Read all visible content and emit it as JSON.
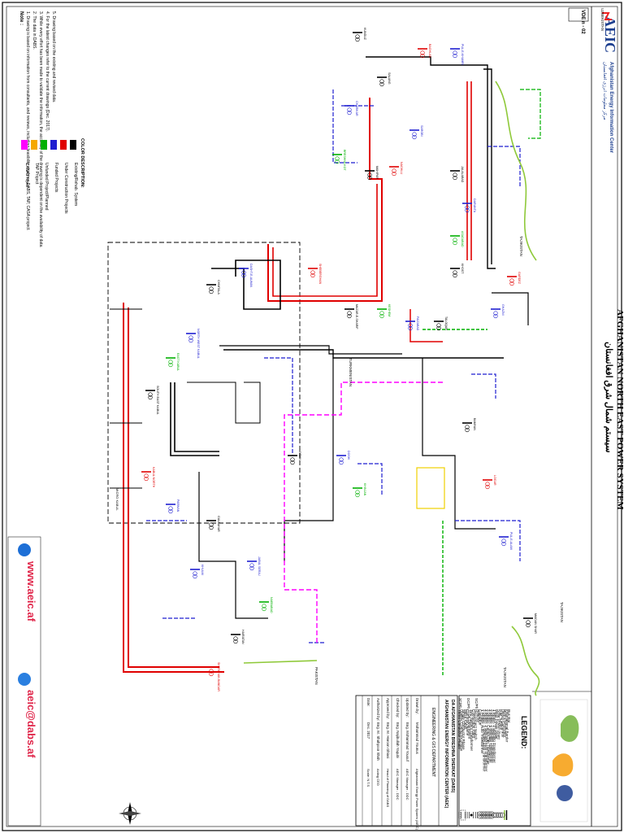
{
  "title": "AFGHANISTAN NORTH EAST POWER SYSTEM",
  "title_dari": "سیستم شمال شرق افغانستان",
  "sheet_code": "VDE n - 02",
  "logo": {
    "mark": "AEIC",
    "org_name_en": "Afghanistan Energy Information Center",
    "org_name_dari": "مرکز معلومات انرژی افغانستان"
  },
  "contact": {
    "website": "www.aeic.af",
    "email": "aeic@dabs.af"
  },
  "notes": {
    "heading": "Note :",
    "items": [
      "1.  Drawing is based on information from consultants, and reviews, including feasibility study on DABS, TAP, CASA project.",
      "2.  The data in DABS.",
      "3.  While every effort has been made to validate the information, the accuracy of the drawing is dependent on the availability of data.",
      "4.  For the latest changes refer to the current drawings (Dec. 2017).",
      "5.  Drawing based on the existing and revised data."
    ]
  },
  "color_description": {
    "heading": "COLOR DESCRIPTION:",
    "items": [
      {
        "label": "Existing/Rehab. System",
        "color": "#000000"
      },
      {
        "label": "Under Construction Projects",
        "color": "#e00000"
      },
      {
        "label": "Funded Projects",
        "color": "#1f1fd0"
      },
      {
        "label": "Unfunded Project/Planned",
        "color": "#00b000"
      },
      {
        "label": "TAP Project",
        "color": "#f5a800"
      },
      {
        "label": "CASA Project",
        "color": "#ff00ff"
      }
    ]
  },
  "legend": {
    "heading": "LEGEND:",
    "items": [
      {
        "label": "Bus Bar",
        "symbol": "bus-bar"
      },
      {
        "label": "International Border",
        "symbol": "border-line"
      },
      {
        "label": "Hydro Generator",
        "symbol": "generator-circle"
      },
      {
        "label": "Diesel Generator",
        "symbol": "generator-circle"
      },
      {
        "label": "Gas Turbine",
        "symbol": "generator-circle"
      },
      {
        "label": "Solar Power Plant",
        "symbol": "generator-circle"
      },
      {
        "label": "Wind Power Plant",
        "symbol": "generator-circle"
      },
      {
        "label": "1 Phase, 2 Winding Transformer",
        "symbol": "transformer-2w"
      },
      {
        "label": "3 Phase, 2 Winding Transformer",
        "symbol": "transformer-2w"
      },
      {
        "label": "3 Phase, 3 Winding Transformer",
        "symbol": "transformer-3w"
      },
      {
        "label": "3 Phase, Center Tap Transformer",
        "symbol": "transformer-2w"
      },
      {
        "label": "3 Phase, 2 Winding Auto Transformer",
        "symbol": "transformer-2w"
      },
      {
        "label": "3 Phase, 3 Winding Auto Transformer",
        "symbol": "transformer-3w"
      },
      {
        "label": "1 Phase, Auto Transformer",
        "symbol": "transformer-2w"
      },
      {
        "label": "Capacitor",
        "symbol": "capacitor"
      },
      {
        "label": "Reactor",
        "symbol": "reactor"
      },
      {
        "label": "Disconnect Switch",
        "symbol": "switch"
      },
      {
        "label": "Connection Point",
        "symbol": "dot"
      },
      {
        "label": "Two System Transformer",
        "symbol": "two-system"
      },
      {
        "label": "To be Determined",
        "symbol": "tbd"
      },
      {
        "label": "Common Name",
        "symbol": "common-name"
      },
      {
        "label": "Micro Kabul",
        "symbol": "dashed-box"
      },
      {
        "label": "Single Conductor Phase",
        "symbol": "sc"
      },
      {
        "label": "Double Conductor Phase",
        "symbol": "dc"
      },
      {
        "label": "Three Conductor Phase",
        "symbol": "tc"
      }
    ],
    "codes": [
      "SC/Ph",
      "DC/Ph",
      "3C/Ph"
    ]
  },
  "title_block": {
    "project_line_1": "DA AFGHANISTAN BRESHNA SHERKAT (DABS)",
    "project_line_2": "AFGHANISTAN ENERGY INFORMATION CENTER (AEIC)",
    "project_line_3": "ENGINEERING & GIS DEPARTMENT",
    "rows": [
      {
        "label": "Drawn by:",
        "value": "Mohammad Younus",
        "date": "Afghanistan Energy Power System (AEIC)"
      },
      {
        "label": "Updated by:",
        "value": "Eng. Mohammad Yousuf",
        "date": "AEIC Manager - DDC"
      },
      {
        "label": "Checked by:",
        "value": "Eng. Najibullah Yaqubi",
        "date": "AEIC Manager - DDC"
      },
      {
        "label": "Approved by:",
        "value": "Eng. M. Haroon Ghiasi",
        "date": "Head of Planning of DABS"
      },
      {
        "label": "Authorized by:",
        "value": "Eng. M. Shahpoor Shah",
        "date": "Acting CEO"
      },
      {
        "label": "Date:",
        "value": "Dec. 2017",
        "date": "Scale: N.T.S"
      }
    ]
  },
  "map": {
    "countries": [
      "UZBEKISTAN",
      "TAJIKISTAN",
      "TAJIKISTAN",
      "TAJIKISTAN",
      "PAKISTAN",
      "TURKMENISTAN"
    ],
    "micro_kabul_label": "MICRO KABUL",
    "line_colors": {
      "existing": "#000000",
      "under_construction": "#e00000",
      "funded": "#1f1fd0",
      "planned": "#00b000",
      "tap": "#f5a800",
      "casa": "#ff00ff",
      "highlight": "#f0d000"
    },
    "substations": [
      "KUNDUZ",
      "BAGHLAN",
      "PUL-E-KHUMRI",
      "SALANG",
      "CHARIKAR",
      "BRESHNA KOT",
      "MAHIPAR",
      "NAGHLU",
      "SAROBI",
      "JALALABAD",
      "DARUNTA",
      "ASADABAD",
      "KHOST",
      "GARDEZ",
      "GHAZNI",
      "TALOQAN",
      "FAIZABAD",
      "KESHEM",
      "MAZAR-E-SHARIF",
      "SHEBERGHAN",
      "DASHT-E-ALWAN",
      "CHIMTALA",
      "NORTH WEST KABUL",
      "EAST KABUL",
      "SOUTH EAST KABUL",
      "KABUL NORTH",
      "PARWAN",
      "GULBAHAR",
      "JABUL SERAJ",
      "NAEBABAD",
      "HAIRATAN",
      "SHERKHAN BANDAR",
      "KHULM",
      "AYBAK",
      "DOSHI",
      "KHINJAN",
      "BAMYAN",
      "LOGAR",
      "PUL-E-ALAM",
      "MAIDAN SHAR"
    ]
  }
}
